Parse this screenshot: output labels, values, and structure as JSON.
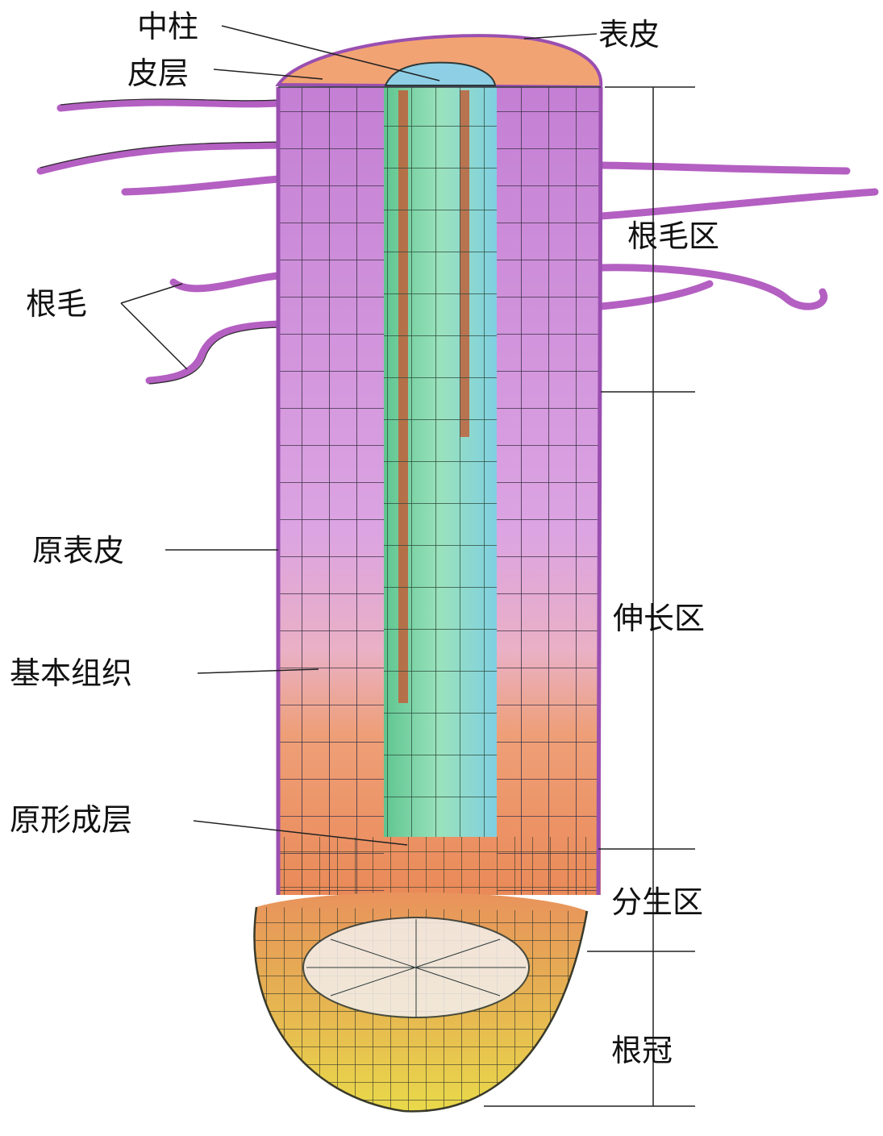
{
  "diagram": {
    "labels": {
      "zhongzhu": "中柱",
      "pice": "皮层",
      "biaopi": "表皮",
      "genmao": "根毛",
      "yuanbiaopi": "原表皮",
      "jibenzuzhi": "基本组织",
      "yuanxingchengceng": "原形成层"
    },
    "zones": {
      "root_hair_zone": "根毛区",
      "elongation_zone": "伸长区",
      "meristematic_zone": "分生区",
      "root_cap": "根冠"
    }
  },
  "colors": {
    "cortex_purple": "#c980d6",
    "cortex_pink": "#e8b0e0",
    "stele_green": "#7fd6a6",
    "stele_blue": "#8ecfe6",
    "top_orange": "#f2a374",
    "cap_yellow": "#e8cf4a",
    "cap_orange": "#e9915a",
    "outline": "#2d3a3a"
  }
}
